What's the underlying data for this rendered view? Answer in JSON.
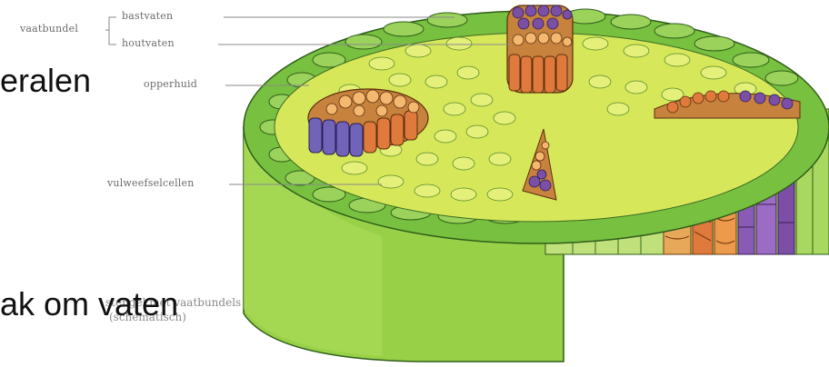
{
  "slide": {
    "fragment_top": "eralen",
    "fragment_bottom": "ak om vaten"
  },
  "diagram": {
    "labels": {
      "group": "vaatbundel",
      "phloem": "bastvaten",
      "xylem": "houtvaten",
      "epidermis": "opperhuid",
      "parenchyma": "vulweefselcellen"
    },
    "caption_line1": "stengel met vaatbundels",
    "caption_line2": "(schematisch)",
    "colors": {
      "epidermis": "#7cc243",
      "side_wall": "#9bd24a",
      "parenchyma_fill": "#d6e85a",
      "phloem": "#7b4fa6",
      "xylem": "#e07a3c",
      "label_line": "#8a8a8a"
    }
  }
}
